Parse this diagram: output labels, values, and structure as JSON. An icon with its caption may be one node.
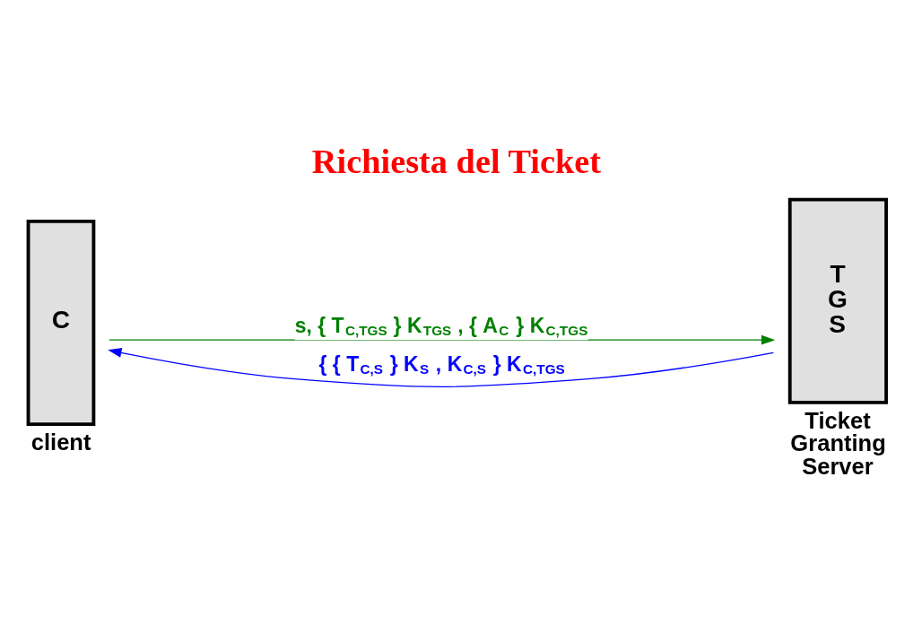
{
  "diagram": {
    "title": "Richiesta del Ticket",
    "nodes": [
      {
        "text": [
          "C"
        ],
        "beside": [
          "client"
        ]
      },
      {
        "text": [
          "T G S"
        ],
        "beside": [
          "Ticket Granting Server"
        ]
      }
    ],
    "edges": [
      {
        "from": 0,
        "to": 1,
        "arrow": "to",
        "label": "s, { T$_{C,TGS}$ } K$_{TGS}$ , { A$_{C}$ } K$_{C,TGS}$",
        "color": "#008000"
      },
      {
        "from": 1,
        "to": 0,
        "arrow": "to",
        "label": "{ { T$_{C,S}$ } K$_{S}$ , K$_{C,S}$ } K$_{C,TGS}$",
        "color": "#0000ff"
      }
    ]
  }
}
